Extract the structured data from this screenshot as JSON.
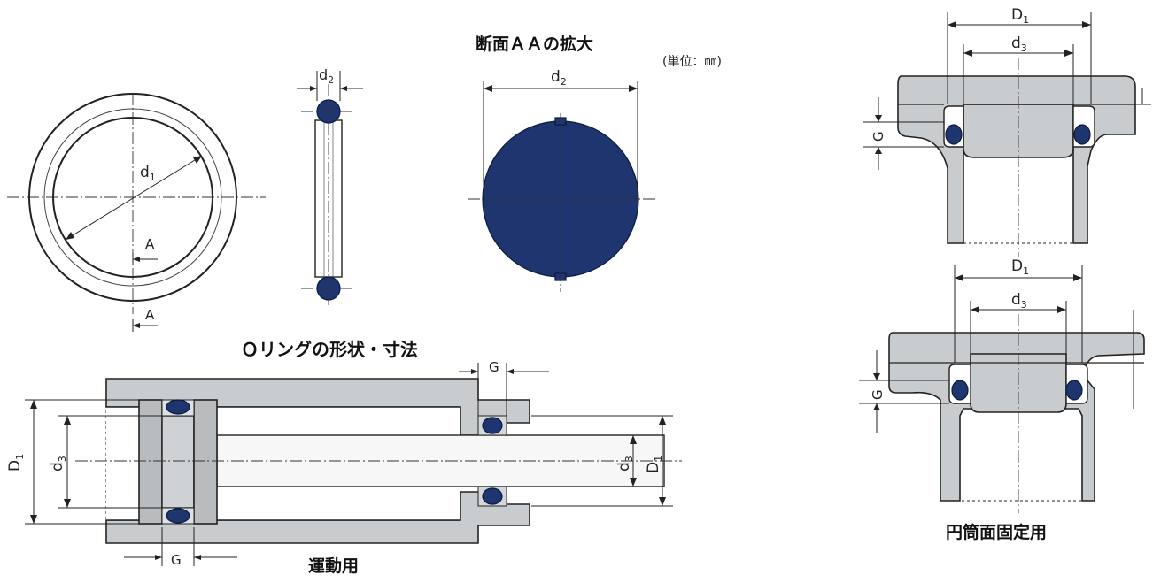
{
  "labels": {
    "d1": "d",
    "d1_sub": "1",
    "d2": "d",
    "d2_sub": "2",
    "d2_enlarged": "d",
    "d2_enlarged_sub": "2",
    "a_top": "A",
    "a_bottom": "A",
    "big_D": "D",
    "big_D_sub": "1",
    "d3": "d",
    "d3_sub": "3",
    "G": "G"
  },
  "titles": {
    "section_aa": "断面ＡＡの拡大",
    "unit": "(単位：㎜)",
    "oring_shape": "Ｏリングの形状・寸法",
    "dynamic_use": "運動用",
    "static_cylinder": "円筒面固定用"
  },
  "colors": {
    "oring_fill": "#1f3570",
    "housing_fill": "#c9cccf",
    "line": "#222222"
  }
}
